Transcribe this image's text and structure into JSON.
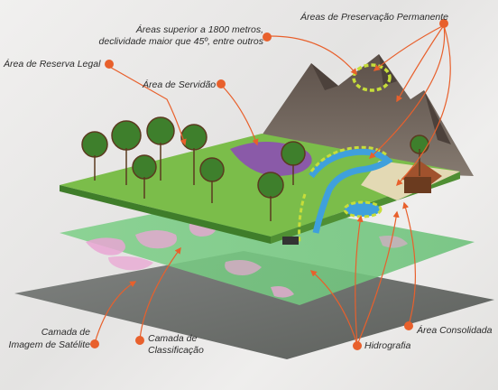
{
  "labels": {
    "app": "Áreas de Preservação Permanente",
    "altitude_line1": "Áreas superior a 1800 metros,",
    "altitude_line2": "declividade maior que 45º, entre outros",
    "reserva": "Área de Reserva Legal",
    "servidao": "Área de Servidão",
    "imagem_line1": "Camada de",
    "imagem_line2": "Imagem de  Satélite",
    "classificacao_line1": "Camada de",
    "classificacao_line2": "Classificação",
    "hidrografia": "Hidrografia",
    "consolidada": "Área Consolidada"
  },
  "colors": {
    "arrow": "#e8602c",
    "forest": "#5aa33a",
    "servidao": "#8a5aa8",
    "water": "#3fa0dc",
    "dashed": "#c6dd3a",
    "mountain": "#6f625b",
    "satellite_layer": "#6d706b",
    "classification_green": "#7fd08a",
    "classification_pink": "#e9a6d3"
  }
}
